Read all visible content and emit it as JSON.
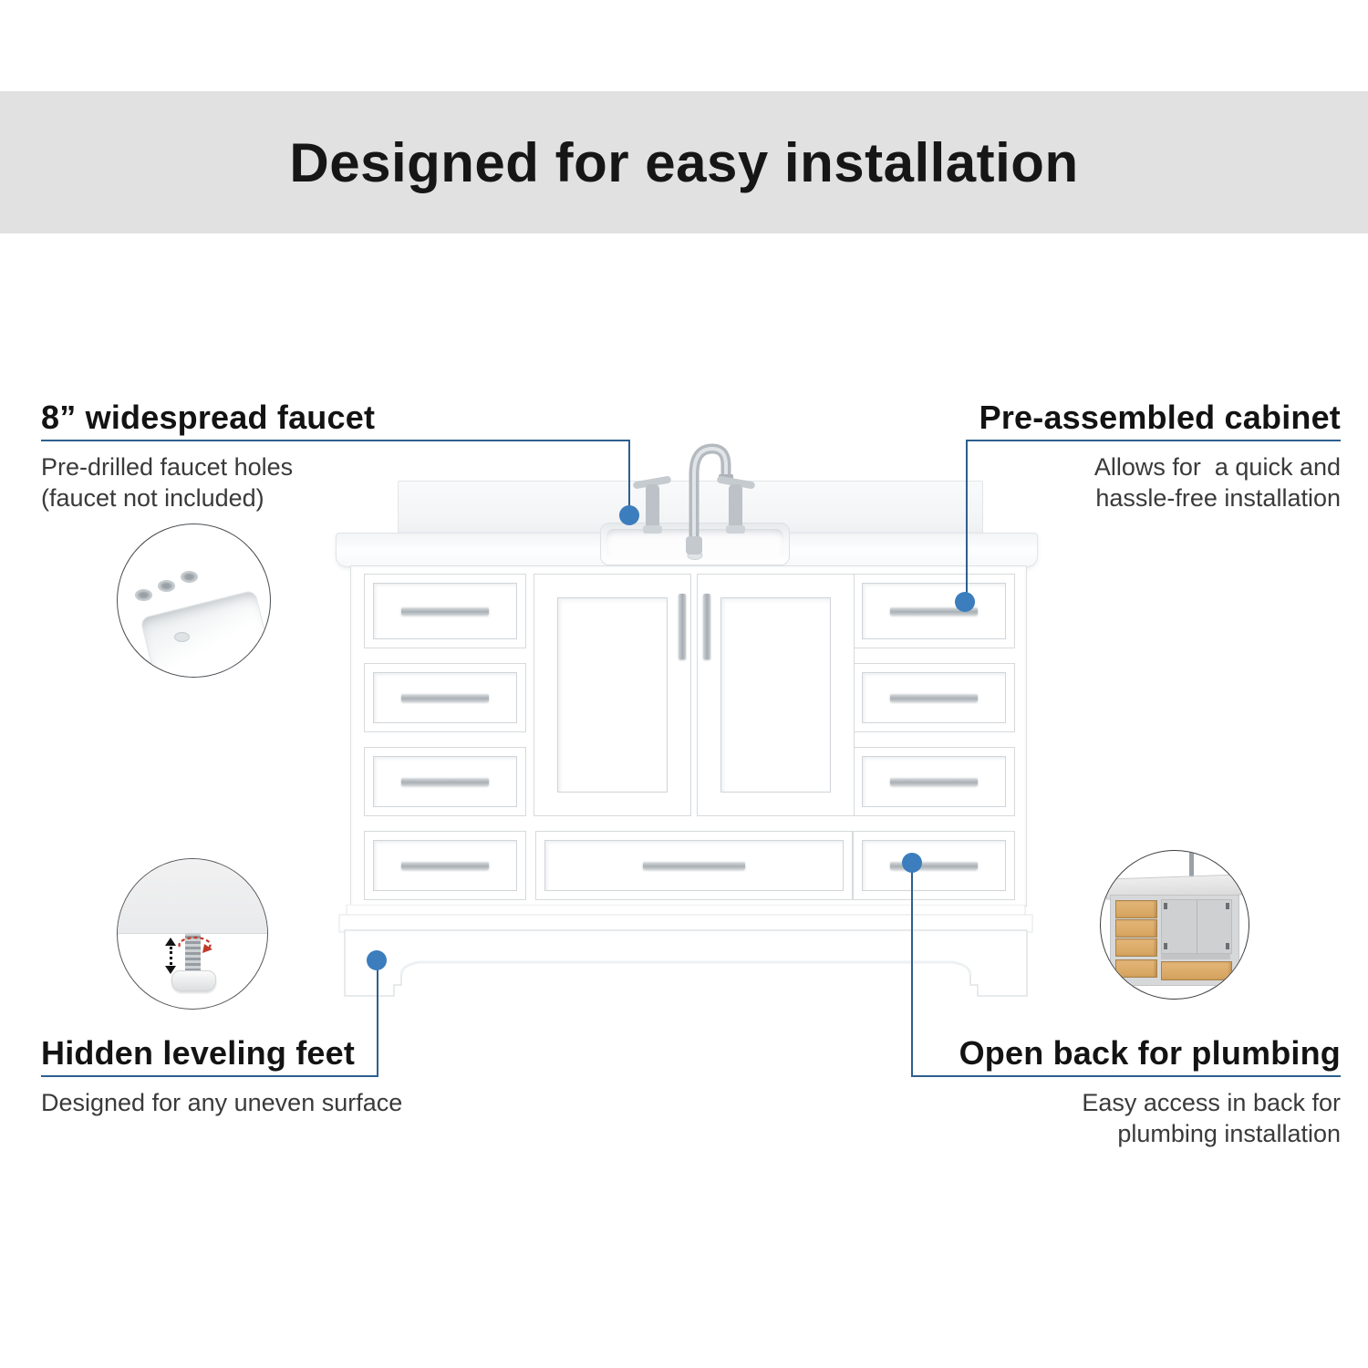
{
  "header": {
    "title": "Designed for easy installation"
  },
  "callouts": {
    "faucet": {
      "title": "8” widespread faucet",
      "lines": [
        "Pre-drilled faucet holes",
        "(faucet not included)"
      ]
    },
    "cabinet": {
      "title": "Pre-assembled cabinet",
      "lines": [
        "Allows for  a quick and",
        "hassle-free installation"
      ]
    },
    "feet": {
      "title": "Hidden leveling feet",
      "lines": [
        "Designed for any uneven surface"
      ]
    },
    "plumbing": {
      "title": "Open back for plumbing",
      "lines": [
        "Easy access in back for",
        "plumbing installation"
      ]
    }
  },
  "style": {
    "banner_bg": "#e1e1e1",
    "leader_line_color": "#2d5f8e",
    "dot_color": "#3b7dbd",
    "chrome_color": "#b4bac0",
    "wood_color": "#ddae6b",
    "rotation_arrow_color": "#c0392b"
  }
}
